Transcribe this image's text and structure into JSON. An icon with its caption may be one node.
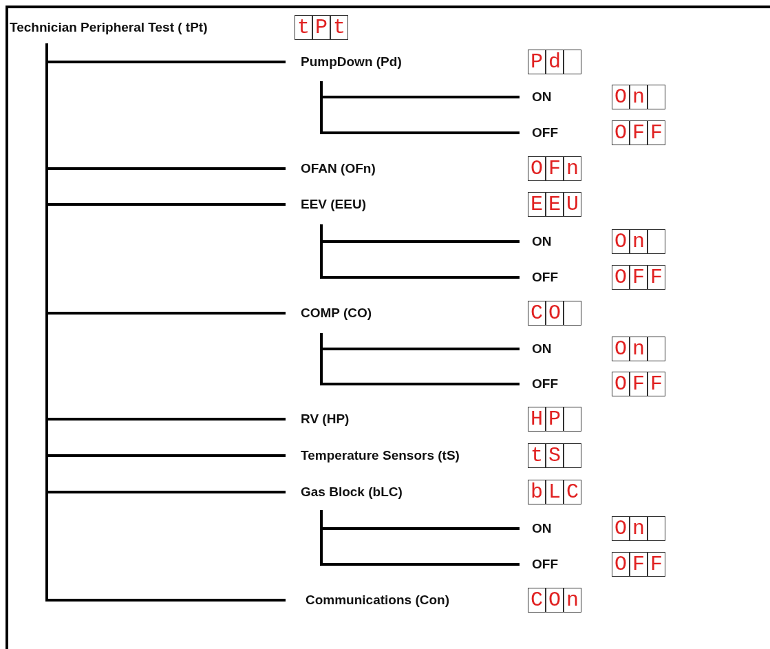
{
  "diagram": {
    "nodes": [
      {
        "text": [
          "Technician Peripheral Test ( tPt)",
          "tPt"
        ]
      },
      {
        "text": [
          "PumpDown (Pd)",
          "Pd"
        ]
      },
      {
        "text": [
          "ON",
          "On"
        ]
      },
      {
        "text": [
          "OFF",
          "OFF"
        ]
      },
      {
        "text": [
          "OFAN (OFn)",
          "OFn"
        ]
      },
      {
        "text": [
          "EEV (EEU)",
          "EEU"
        ]
      },
      {
        "text": [
          "ON",
          "On"
        ]
      },
      {
        "text": [
          "OFF",
          "OFF"
        ]
      },
      {
        "text": [
          "COMP (CO)",
          "CO"
        ]
      },
      {
        "text": [
          "ON",
          "On"
        ]
      },
      {
        "text": [
          "OFF",
          "OFF"
        ]
      },
      {
        "text": [
          "RV (HP)",
          "HP"
        ]
      },
      {
        "text": [
          "Temperature Sensors (tS)",
          "tS"
        ]
      },
      {
        "text": [
          "Gas Block (bLC)",
          "bLC"
        ]
      },
      {
        "text": [
          "ON",
          "On"
        ]
      },
      {
        "text": [
          "OFF",
          "OFF"
        ]
      },
      {
        "text": [
          "Communications (Con)",
          "COn"
        ]
      }
    ],
    "edges": [
      {
        "from": 0,
        "to": 1,
        "arrow": "none"
      },
      {
        "from": 1,
        "to": 2,
        "arrow": "none"
      },
      {
        "from": 1,
        "to": 3,
        "arrow": "none"
      },
      {
        "from": 0,
        "to": 4,
        "arrow": "none"
      },
      {
        "from": 0,
        "to": 5,
        "arrow": "none"
      },
      {
        "from": 5,
        "to": 6,
        "arrow": "none"
      },
      {
        "from": 5,
        "to": 7,
        "arrow": "none"
      },
      {
        "from": 0,
        "to": 8,
        "arrow": "none"
      },
      {
        "from": 8,
        "to": 9,
        "arrow": "none"
      },
      {
        "from": 8,
        "to": 10,
        "arrow": "none"
      },
      {
        "from": 0,
        "to": 11,
        "arrow": "none"
      },
      {
        "from": 0,
        "to": 12,
        "arrow": "none"
      },
      {
        "from": 0,
        "to": 13,
        "arrow": "none"
      },
      {
        "from": 13,
        "to": 14,
        "arrow": "none"
      },
      {
        "from": 13,
        "to": 15,
        "arrow": "none"
      },
      {
        "from": 0,
        "to": 16,
        "arrow": "none"
      }
    ]
  }
}
